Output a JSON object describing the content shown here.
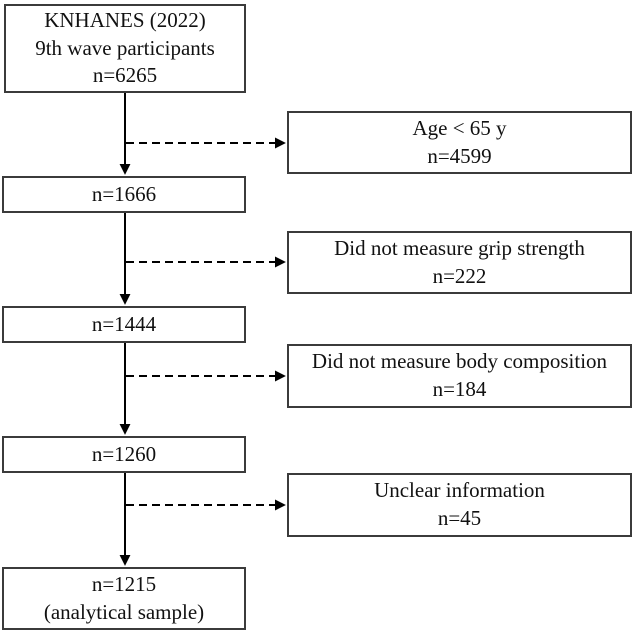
{
  "diagram": {
    "main_boxes": [
      {
        "lines": [
          "KNHANES (2022)",
          "9th wave participants",
          "n=6265"
        ]
      },
      {
        "lines": [
          "n=1666"
        ]
      },
      {
        "lines": [
          "n=1444"
        ]
      },
      {
        "lines": [
          "n=1260"
        ]
      },
      {
        "lines": [
          "n=1215",
          "(analytical sample)"
        ]
      }
    ],
    "exclusion_boxes": [
      {
        "lines": [
          "Age < 65 y",
          "n=4599"
        ]
      },
      {
        "lines": [
          "Did not measure grip strength",
          "n=222"
        ]
      },
      {
        "lines": [
          "Did not measure body composition",
          "n=184"
        ]
      },
      {
        "lines": [
          "Unclear information",
          "n=45"
        ]
      }
    ],
    "colors": {
      "border": "#3b3b3b",
      "arrow": "#000000",
      "background": "#ffffff",
      "text": "#111111"
    }
  }
}
